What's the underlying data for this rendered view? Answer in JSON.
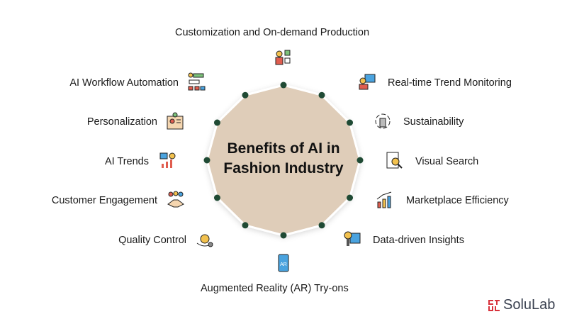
{
  "title": "Benefits of AI in Fashion Industry",
  "title_lines": [
    "Benefits of AI in",
    "Fashion Industry"
  ],
  "benefits": [
    {
      "label": "Customization and On-demand Production",
      "icon": "factory-worker-icon"
    },
    {
      "label": "Real-time Trend Monitoring",
      "icon": "monitoring-icon"
    },
    {
      "label": "Sustainability",
      "icon": "recycle-building-icon"
    },
    {
      "label": "Visual Search",
      "icon": "magnifier-document-icon"
    },
    {
      "label": "Marketplace Efficiency",
      "icon": "growth-chart-icon"
    },
    {
      "label": "Data-driven Insights",
      "icon": "lightbulb-monitor-icon"
    },
    {
      "label": "Augmented Reality (AR) Try-ons",
      "icon": "ar-phone-icon"
    },
    {
      "label": "Quality Control",
      "icon": "quality-gear-icon"
    },
    {
      "label": "Customer Engagement",
      "icon": "handshake-icon"
    },
    {
      "label": "AI Trends",
      "icon": "ai-chart-icon"
    },
    {
      "label": "Personalization",
      "icon": "profile-book-icon"
    },
    {
      "label": "AI Workflow Automation",
      "icon": "workflow-icon"
    }
  ],
  "brand": "SoluLab",
  "colors": {
    "circle": "#dfcdb9",
    "dot": "#1f4a34",
    "brand_red": "#d8323c"
  }
}
